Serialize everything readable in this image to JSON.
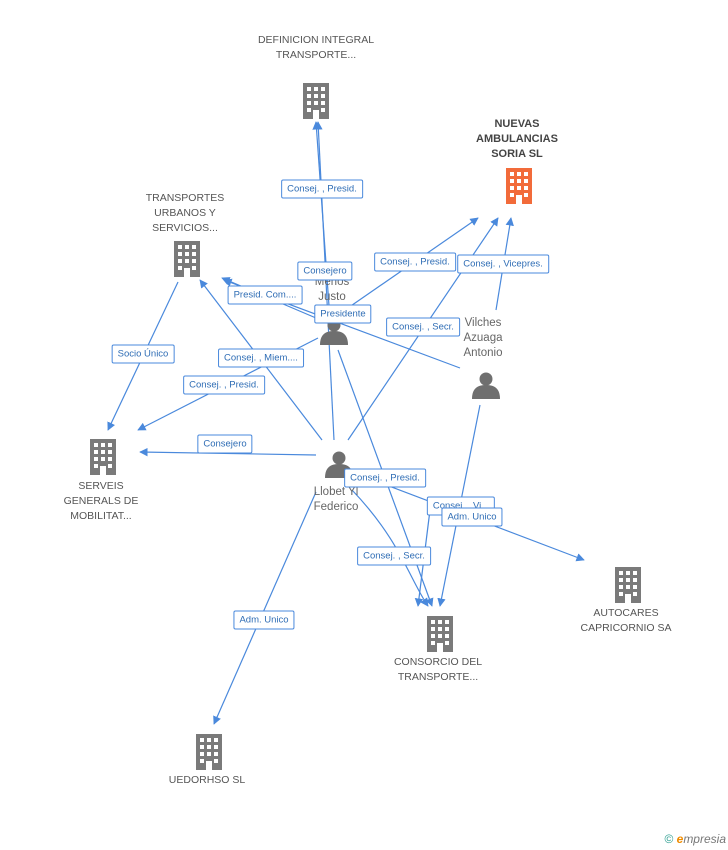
{
  "companies": {
    "definicion": "DEFINICION INTEGRAL TRANSPORTE...",
    "nuevas": "NUEVAS AMBULANCIAS SORIA SL",
    "transportes": "TRANSPORTES URBANOS Y SERVICIOS...",
    "serveis": "SERVEIS GENERALS DE MOBILITAT...",
    "autocares": "AUTOCARES CAPRICORNIO SA",
    "consorcio": "CONSORCIO DEL TRANSPORTE...",
    "uedorhso": "UEDORHSO SL"
  },
  "persons": {
    "merlos": "Merlos Justo",
    "vilches": "Vilches Azuaga Antonio",
    "llobet": "Llobet Yl Federico"
  },
  "edge_labels": {
    "e1": "Consej. , Presid.",
    "e2": "Consej. , Presid.",
    "e3": "Consej. , Vicepres.",
    "e4": "Consejero",
    "e5": "Presid. Com....",
    "e6": "Presidente",
    "e7": "Consej. , Secr.",
    "e8": "Socio Único",
    "e9": "Consej. , Miem....",
    "e10": "Consej. , Presid.",
    "e11": "Consejero",
    "e12": "Consej. , Presid.",
    "e13": "Consej. , Vi...",
    "e14": "Adm. Unico",
    "e15": "Consej. , Secr.",
    "e16": "Adm. Unico"
  },
  "colors": {
    "edge": "#4a89dc",
    "building": "#7a7a7a",
    "building_highlight": "#f26b3a",
    "person": "#6f6f6f"
  },
  "footer": {
    "symbol": "©",
    "brand_e": "e",
    "brand_rest": "mpresia"
  }
}
